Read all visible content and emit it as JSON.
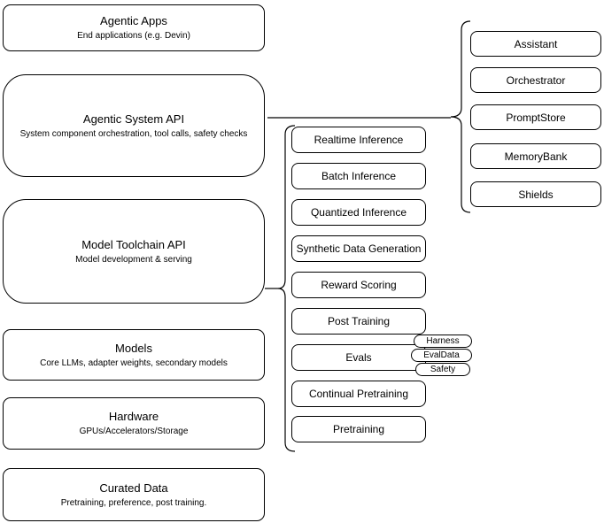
{
  "title": "Agentic system architecture diagram",
  "left_stack": [
    {
      "title": "Agentic Apps",
      "subtitle": "End applications (e.g. Devin)"
    },
    {
      "title": "Agentic System API",
      "subtitle": "System component orchestration, tool calls, safety checks"
    },
    {
      "title": "Model Toolchain API",
      "subtitle": "Model development & serving"
    },
    {
      "title": "Models",
      "subtitle": "Core LLMs, adapter weights, secondary models"
    },
    {
      "title": "Hardware",
      "subtitle": "GPUs/Accelerators/Storage"
    },
    {
      "title": "Curated Data",
      "subtitle": "Pretraining, preference, post training."
    }
  ],
  "middle_stack": [
    "Realtime Inference",
    "Batch Inference",
    "Quantized Inference",
    "Synthetic Data Generation",
    "Reward Scoring",
    "Post Training",
    "Evals",
    "Continual Pretraining",
    "Pretraining"
  ],
  "eval_tags": [
    "Harness",
    "EvalData",
    "Safety"
  ],
  "right_stack": [
    "Assistant",
    "Orchestrator",
    "PromptStore",
    "MemoryBank",
    "Shields"
  ],
  "colors": {
    "stroke": "#000000",
    "background": "#ffffff",
    "text": "#000000"
  }
}
